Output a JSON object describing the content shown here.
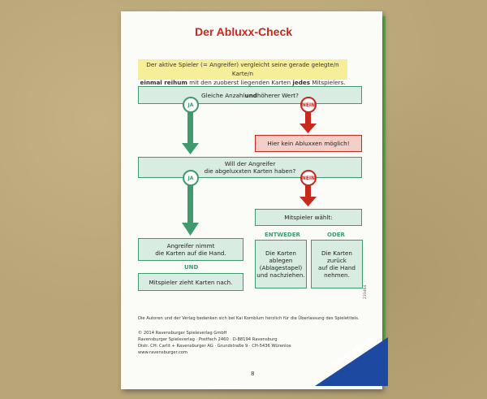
{
  "title": "Der Abluxx-Check",
  "intro": {
    "line1": "Der aktive Spieler (= Angreifer) vergleicht seine gerade gelegte/n Karte/n",
    "line2_bold1": "einmal reihum",
    "line2_mid": " mit den zuoberst liegenden Karten ",
    "line2_bold2": "jedes",
    "line2_end": " Mitspielers."
  },
  "boxes": {
    "q1_a": "Gleiche Anzahl ",
    "q1_b": "und",
    "q1_c": " höherer Wert?",
    "no_abluxxen": "Hier kein Abluxxen möglich!",
    "q2_l1": "Will der Angreifer",
    "q2_l2": "die abgeluxxten Karten haben?",
    "mitspieler_waehlt": "Mitspieler wählt:",
    "angreifer_l1": "Angreifer nimmt",
    "angreifer_l2": "die Karten auf die Hand.",
    "und": "UND",
    "mitspieler_zieht": "Mitspieler zieht Karten nach.",
    "entweder": "ENTWEDER",
    "oder": "ODER",
    "opt1_l1": "Die Karten",
    "opt1_l2": "ablegen",
    "opt1_l3": "(Ablagestapel)",
    "opt1_l4": "und nachziehen.",
    "opt2_l1": "Die Karten",
    "opt2_l2": "zurück",
    "opt2_l3": "auf die Hand",
    "opt2_l4": "nehmen."
  },
  "badges": {
    "ja": "JA",
    "nein": "NEIN"
  },
  "footer": {
    "thanks": "Die Autoren und der Verlag bedanken sich bei Kai Kornblum herzlich für die Überlassung des Spieletitels.",
    "copyright": "© 2014 Ravensburger Spieleverlag GmbH",
    "address": "Ravensburger Spieleverlag · Postfach 2460 · D-88194 Ravensburg",
    "distr": "Distr. CH: Carlit + Ravensburger AG · Grundstraße 9 · CH-5436 Würenlos",
    "web": "www.ravensburger.com",
    "code": "233464"
  },
  "page_number": "8",
  "brand": "Ravensburger",
  "colors": {
    "green": "#3f9a6e",
    "red": "#c8281e",
    "yellow": "#f7ee9a",
    "blue": "#1d4aa0"
  }
}
